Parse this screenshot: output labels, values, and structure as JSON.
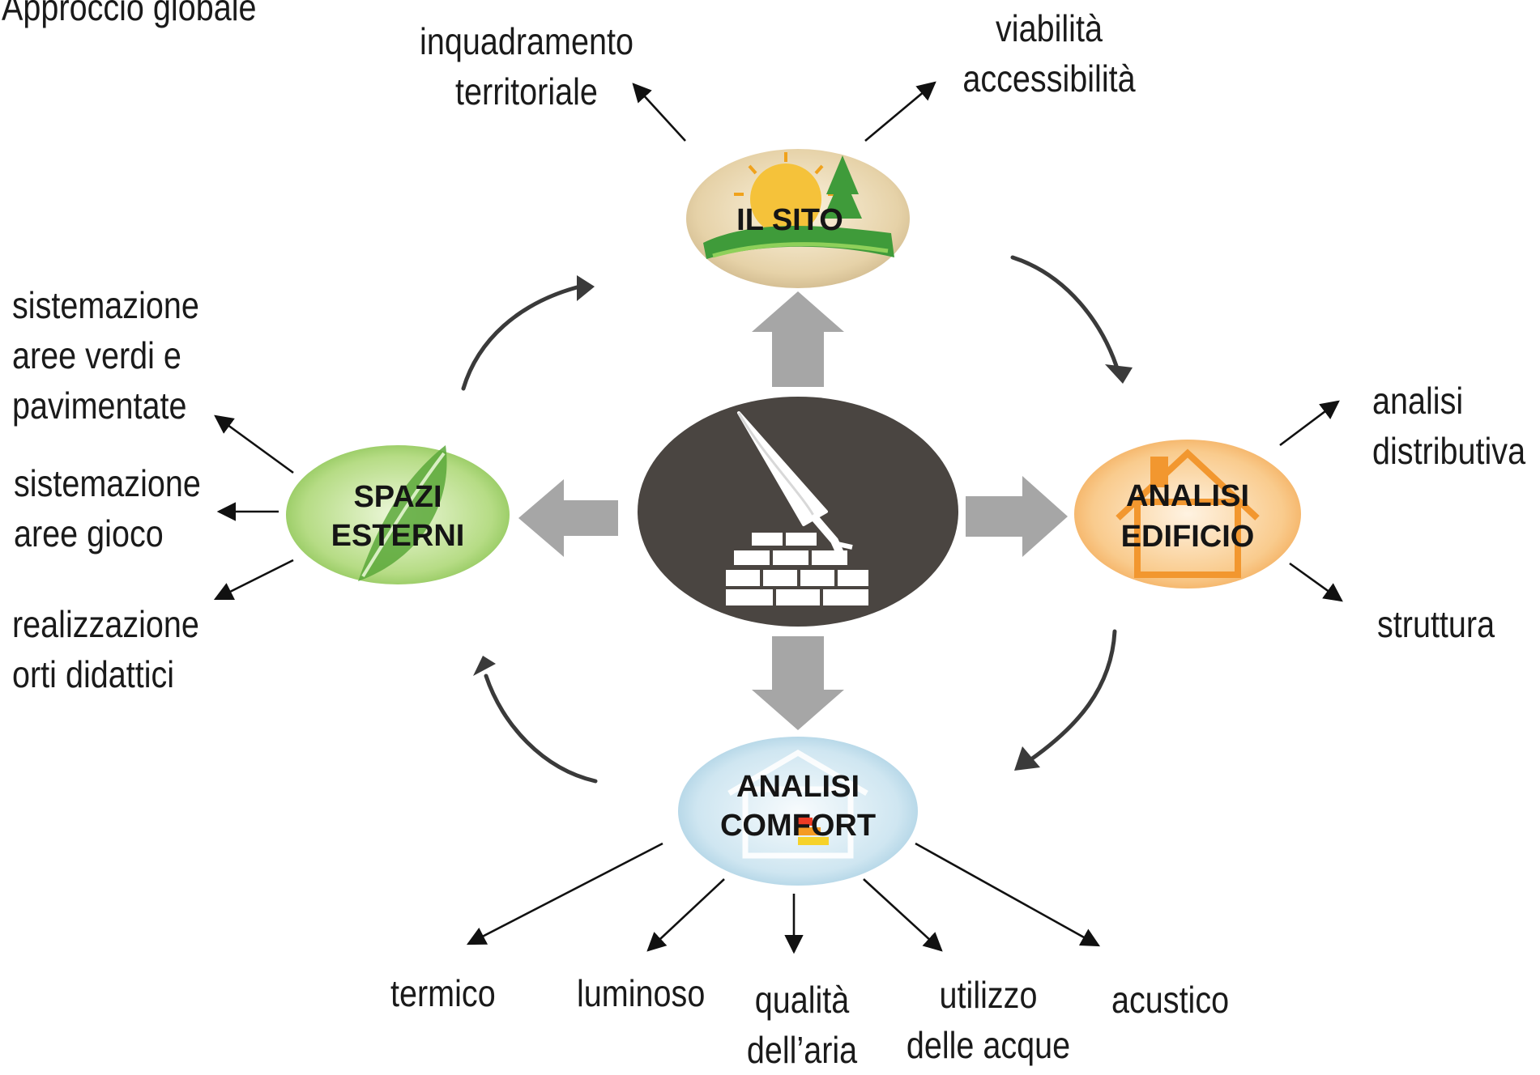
{
  "title": "Approccio globale",
  "center": {
    "icon": "trowel-and-bricks-icon"
  },
  "nodes": {
    "sito": {
      "label": "IL SITO",
      "colors": {
        "fill": "#e6d2a8",
        "sun": "#f5c23a",
        "green": "#3f9b3a"
      }
    },
    "edificio": {
      "line1": "ANALISI",
      "line2": "EDIFICIO",
      "colors": {
        "fill": "#f7b96a",
        "house": "#f2972f"
      }
    },
    "comfort": {
      "line1": "ANALISI",
      "line2": "COMFORT",
      "colors": {
        "fill": "#c4e1ef"
      }
    },
    "esterni": {
      "line1": "SPAZI",
      "line2": "ESTERNI",
      "colors": {
        "fill": "#9fd066",
        "leaf": "#5aa83a"
      }
    }
  },
  "labels": {
    "inquadramento": "inquadramento\nterritoriale",
    "viabilita": "viabilità\naccessibilità",
    "distributiva": "analisi\ndistributiva",
    "struttura": "struttura",
    "sistemazione_verdi": "sistemazione\naree verdi e\npavimentate",
    "sistemazione_gioco": "sistemazione\naree gioco",
    "orti": "realizzazione\norti didattici",
    "termico": "termico",
    "luminoso": "luminoso",
    "qualita_aria": "qualità\ndell’aria",
    "acque": "utilizzo\ndelle acque",
    "acustico": "acustico"
  },
  "colors": {
    "center_fill": "#4a4541",
    "block_arrow": "#a6a6a6",
    "text": "#1a1a1a"
  }
}
